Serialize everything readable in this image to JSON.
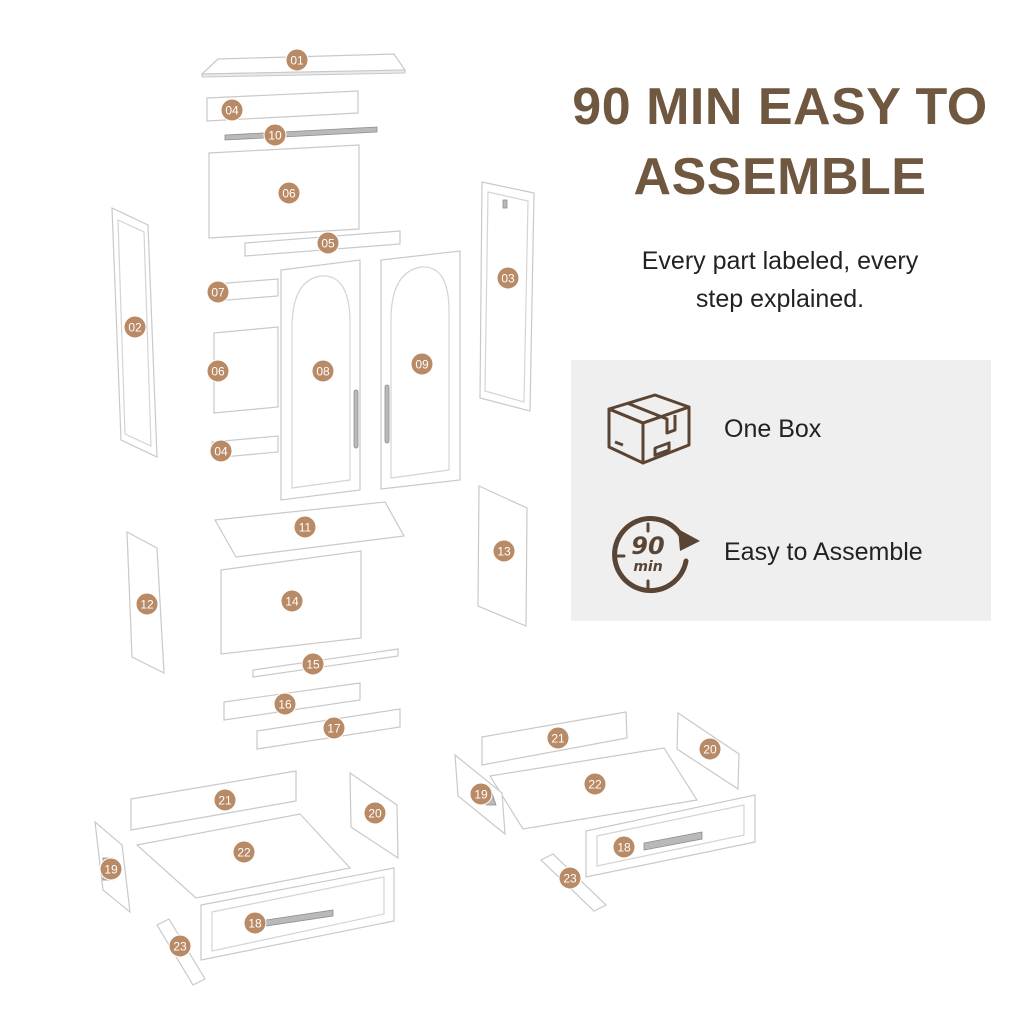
{
  "headline": {
    "line1": "90 MIN EASY TO",
    "line2": "ASSEMBLE"
  },
  "subhead": {
    "line1": "Every part labeled, every",
    "line2": "step explained."
  },
  "features": [
    {
      "icon": "box-icon",
      "label": "One Box"
    },
    {
      "icon": "clock-90-min-icon",
      "label": "Easy to Assemble",
      "icon_text_number": "90",
      "icon_text_unit": "min"
    }
  ],
  "colors": {
    "brand": "#6f5740",
    "badge": "#b98a66",
    "feature_bg": "#efefef"
  },
  "part_labels": [
    "01",
    "04",
    "10",
    "06",
    "05",
    "07",
    "06",
    "04",
    "02",
    "08",
    "09",
    "03",
    "11",
    "13",
    "14",
    "12",
    "15",
    "16",
    "17",
    "21",
    "20",
    "22",
    "19",
    "18",
    "23",
    "21",
    "20",
    "22",
    "19",
    "18",
    "23"
  ]
}
